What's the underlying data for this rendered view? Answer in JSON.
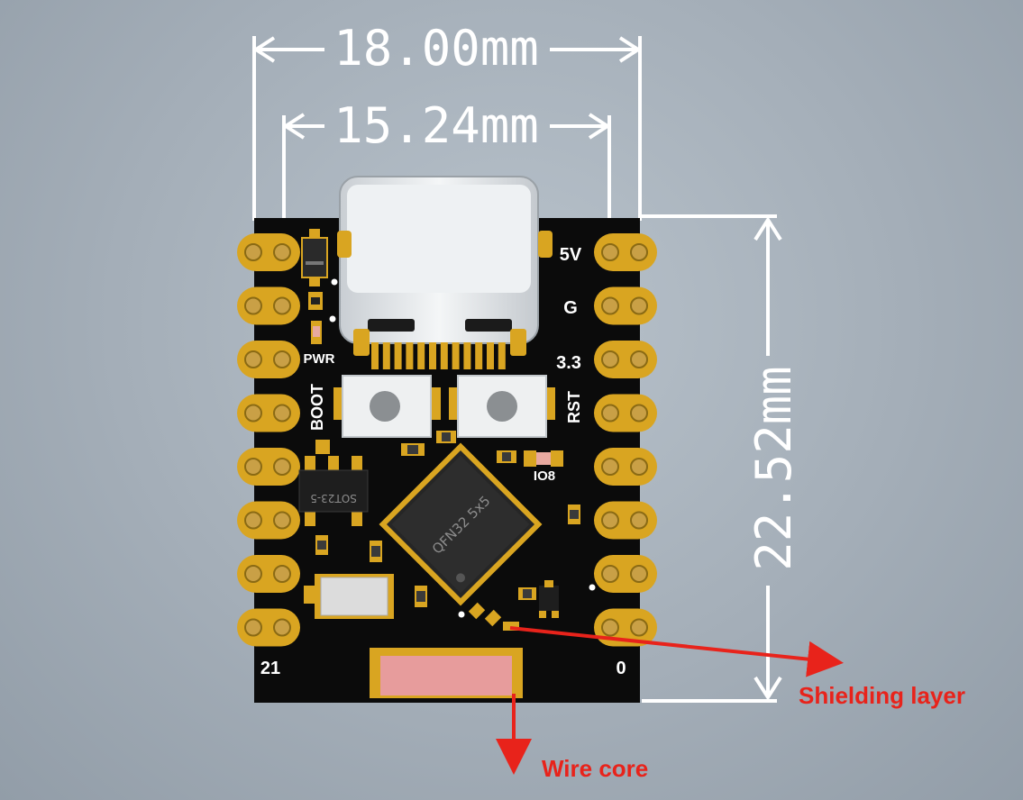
{
  "dimensions": {
    "outer_width": "18.00mm",
    "inner_width": "15.24mm",
    "height": "22.52mm"
  },
  "silkscreen": {
    "pwr": "PWR",
    "boot": "BOOT",
    "rst": "RST",
    "pin_5v": "5V",
    "pin_g": "G",
    "pin_33": "3.3",
    "io8": "IO8",
    "pin_21": "21",
    "pin_0": "0",
    "mcu_package": "QFN32 5x5",
    "regulator_package": "SOT23-5"
  },
  "callouts": {
    "shielding": "Shielding layer",
    "wire_core": "Wire core"
  },
  "colors": {
    "pcb": "#0b0b0b",
    "gold": "#d9a521",
    "callout": "#e8231b",
    "dimension": "#ffffff",
    "antenna": "#e79c9c"
  }
}
